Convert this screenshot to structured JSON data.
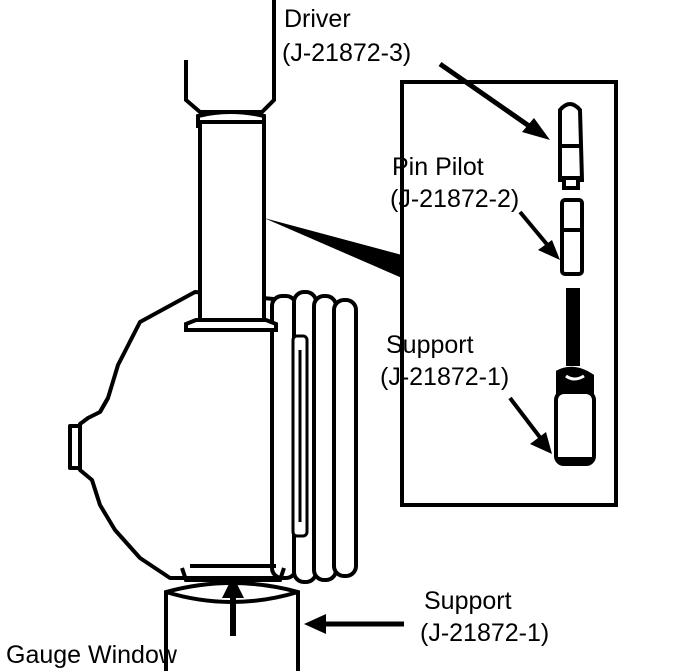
{
  "labels": {
    "driver": {
      "name": "Driver",
      "part": "(J-21872-3)"
    },
    "pin_pilot": {
      "name": "Pin Pilot",
      "part": "(J-21872-2)"
    },
    "support_inset": {
      "name": "Support",
      "part": "(J-21872-1)"
    },
    "support_main": {
      "name": "Support",
      "part": "(J-21872-1)"
    },
    "gauge_window": "Gauge Window"
  },
  "colors": {
    "ink": "#000000",
    "paper": "#ffffff"
  }
}
